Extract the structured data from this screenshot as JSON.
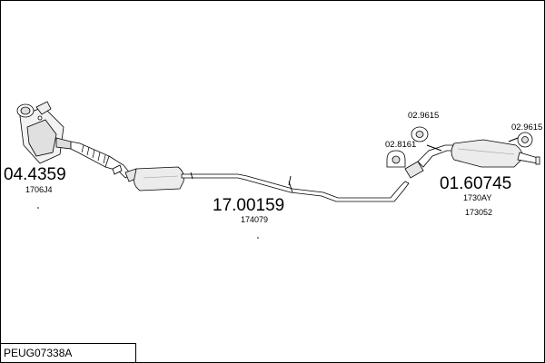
{
  "reference": "PEUG07338A",
  "parts": {
    "front": {
      "code": "04.4359",
      "sub": "1706J4"
    },
    "middle": {
      "code": "17.00159",
      "sub": "174079"
    },
    "rear": {
      "code": "01.60745",
      "sub1": "1730AY",
      "sub2": "173052"
    }
  },
  "clamps": {
    "clamp_a": "02.9615",
    "clamp_b": "02.8161",
    "clamp_c": "02.9615"
  }
}
